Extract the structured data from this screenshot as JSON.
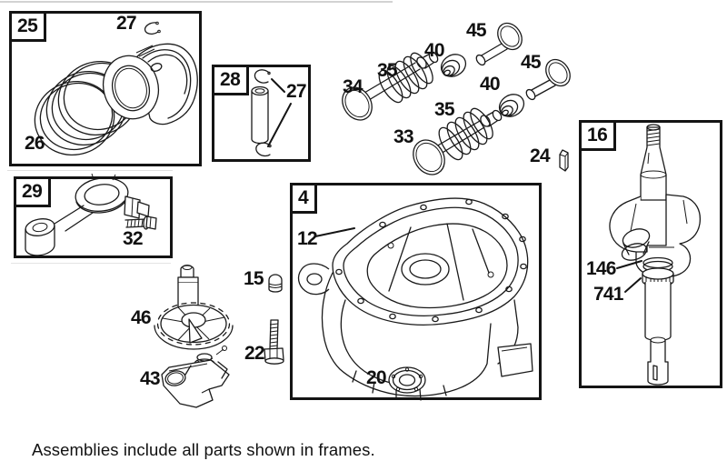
{
  "caption": "Assemblies include all parts shown in frames.",
  "frame_labels": {
    "f25": "25",
    "f28": "28",
    "f29": "29",
    "f4": "4",
    "f16": "16"
  },
  "callouts": {
    "c27a": "27",
    "c26": "26",
    "c27b": "27",
    "c32": "32",
    "c34": "34",
    "c35a": "35",
    "c40a": "40",
    "c45a": "45",
    "c45b": "45",
    "c40b": "40",
    "c35b": "35",
    "c33": "33",
    "c24": "24",
    "c12": "12",
    "c20": "20",
    "c15": "15",
    "c46": "46",
    "c22": "22",
    "c43": "43",
    "c146": "146",
    "c741": "741"
  },
  "colors": {
    "ink": "#1a1a1a",
    "paper": "#ffffff"
  }
}
